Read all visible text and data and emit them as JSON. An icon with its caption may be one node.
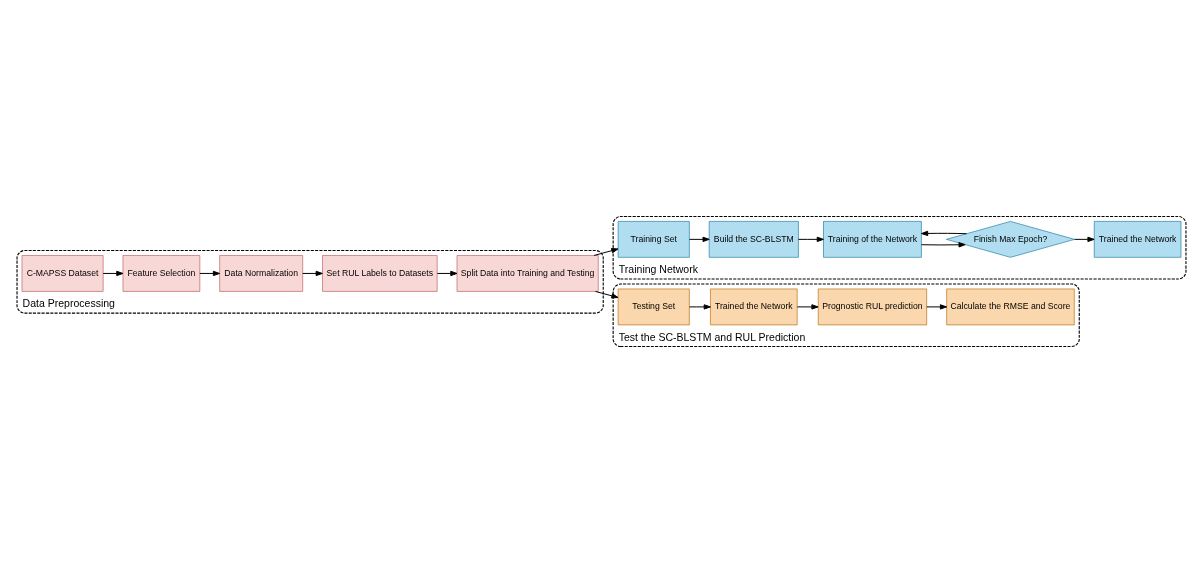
{
  "diagram": {
    "nodes": [
      {
        "text": [
          "Data Preprocessing"
        ]
      },
      {
        "text": [
          "C-MAPSS Dataset"
        ],
        "in": 0
      },
      {
        "text": [
          "Feature Selection"
        ],
        "in": 0
      },
      {
        "text": [
          "Data Normalization"
        ],
        "in": 0
      },
      {
        "text": [
          "Set RUL Labels to Datasets"
        ],
        "in": 0
      },
      {
        "text": [
          "Split Data into Training and Testing"
        ],
        "in": 0
      },
      {
        "text": [
          "Training Network"
        ]
      },
      {
        "text": [
          "Trained the Network"
        ],
        "in": 6
      },
      {
        "text": [
          "Finish Max Epoch?"
        ],
        "in": 6
      },
      {
        "text": [
          "Training of the Network"
        ],
        "in": 6
      },
      {
        "text": [
          "Build the SC-BLSTM"
        ],
        "in": 6
      },
      {
        "text": [
          "Training Set"
        ],
        "in": 6
      },
      {
        "text": [
          "Test the SC-BLSTM and RUL Prediction"
        ]
      },
      {
        "text": [
          "Calculate the RMSE and Score"
        ],
        "in": 12
      },
      {
        "text": [
          "Prognostic RUL prediction"
        ],
        "in": 12
      },
      {
        "text": [
          "Trained the Network"
        ],
        "in": 12
      },
      {
        "text": [
          "Testing Set"
        ],
        "in": 12
      }
    ],
    "edges": [
      {
        "from": 1,
        "to": 2,
        "arrow": "to"
      },
      {
        "from": 2,
        "to": 3,
        "arrow": "to"
      },
      {
        "from": 3,
        "to": 4,
        "arrow": "to"
      },
      {
        "from": 4,
        "to": 5,
        "arrow": "to"
      },
      {
        "from": 5,
        "to": 11,
        "arrow": "to"
      },
      {
        "from": 5,
        "to": 16,
        "arrow": "to"
      },
      {
        "from": 11,
        "to": 10,
        "arrow": "to"
      },
      {
        "from": 10,
        "to": 9,
        "arrow": "to"
      },
      {
        "from": 9,
        "to": 8,
        "arrow": "to"
      },
      {
        "from": 8,
        "to": 7,
        "arrow": "to"
      },
      {
        "from": 8,
        "to": 9,
        "arrow": "to"
      },
      {
        "from": 16,
        "to": 15,
        "arrow": "to"
      },
      {
        "from": 15,
        "to": 14,
        "arrow": "to"
      },
      {
        "from": 14,
        "to": 13,
        "arrow": "to"
      }
    ]
  }
}
